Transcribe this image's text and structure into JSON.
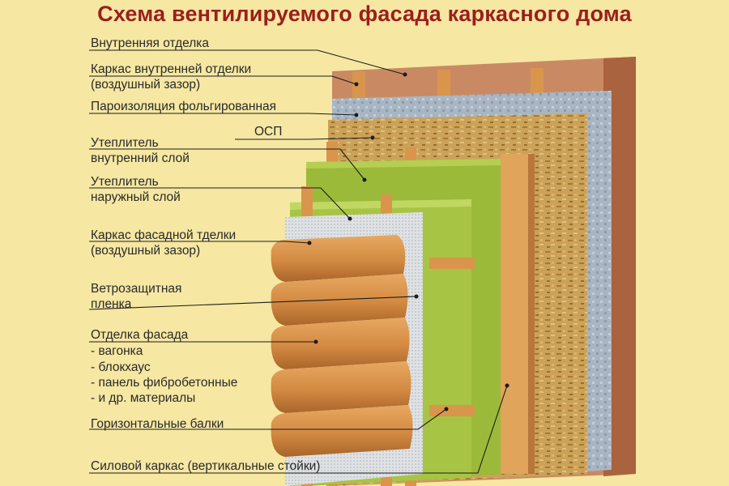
{
  "title": "Схема вентилируемого фасада каркасного дома",
  "labels": {
    "inner_finish": "Внутренняя отделка",
    "inner_frame_1": "Каркас внутренней отделки",
    "inner_frame_2": "(воздушный зазор)",
    "vapor_barrier": "Пароизоляция фольгированная",
    "osb": "ОСП",
    "insul_inner_1": "Утеплитель",
    "insul_inner_2": "внутренний слой",
    "insul_outer_1": "Утеплитель",
    "insul_outer_2": "наружный слой",
    "facade_frame_1": "Каркас фасадной тделки",
    "facade_frame_2": "(воздушный зазор)",
    "wind_1": "Ветрозащитная",
    "wind_2": "пленка",
    "finish_1": "Отделка фасада",
    "finish_2": "- вагонка",
    "finish_3": "- блокхаус",
    "finish_4": "- панель фибробетонные",
    "finish_5": "- и др. материалы",
    "beams": "Горизонтальные балки",
    "studs": "Силовой каркас (вертикальные стойки)"
  },
  "colors": {
    "background": "#f6e7a2",
    "title": "#9a1f1d",
    "inner_finish": "#c98a63",
    "foil": "#a9b6c4",
    "osb": "#c9a35c",
    "insulation": "#9cba3a",
    "membrane": "#d9dde0",
    "wood": "#d9954c"
  }
}
